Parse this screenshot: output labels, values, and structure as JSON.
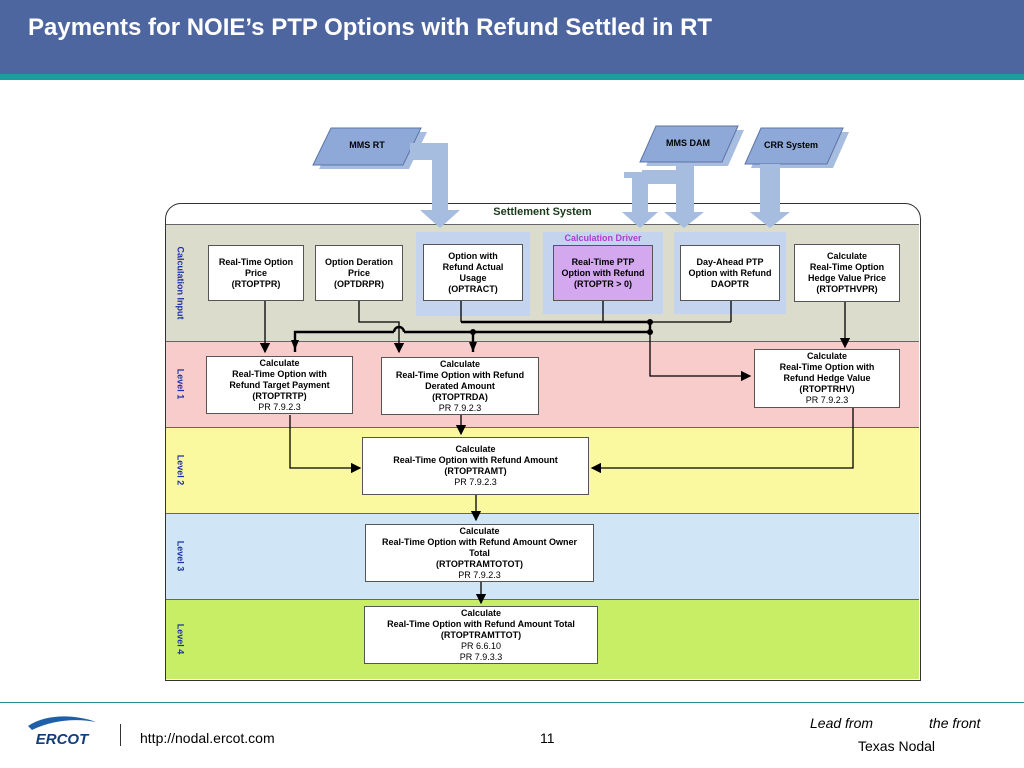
{
  "header": {
    "title": "Payments for NOIE’s PTP Options with Refund Settled in RT"
  },
  "sources": {
    "mms_rt": "MMS RT",
    "mms_dam": "MMS DAM",
    "crr": "CRR System"
  },
  "settlement": {
    "title": "Settlement System",
    "driver_label": "Calculation Driver"
  },
  "bands": {
    "input": "Calculation Input",
    "level1": "Level 1",
    "level2": "Level 2",
    "level3": "Level 3",
    "level4": "Level 4"
  },
  "inputs": {
    "rtoptpr": {
      "l1": "Real-Time Option",
      "l2": "Price",
      "l3": "(RTOPTPR)"
    },
    "optdrpr": {
      "l1": "Option Deration",
      "l2": "Price",
      "l3": "(OPTDRPR)"
    },
    "optract": {
      "l1": "Option with",
      "l2": "Refund Actual",
      "l3": "Usage",
      "l4": "(OPTRACT)"
    },
    "rtoptr": {
      "l1": "Real-Time PTP",
      "l2": "Option with Refund",
      "l3": "(RTOPTR > 0)"
    },
    "daoptr": {
      "l1": "Day-Ahead PTP",
      "l2": "Option with Refund",
      "l3": "DAOPTR"
    },
    "rtoptrhvpr": {
      "l1": "Calculate",
      "l2": "Real-Time Option",
      "l3": "Hedge Value Price",
      "l4": "(RTOPTHVPR)"
    }
  },
  "level1": {
    "rtoptrtp": {
      "l1": "Calculate",
      "l2": "Real-Time Option with",
      "l3": "Refund Target Payment",
      "l4": "(RTOPTRTP)",
      "l5": "PR 7.9.2.3"
    },
    "rtoptrda": {
      "l1": "Calculate",
      "l2": "Real-Time Option with Refund",
      "l3": "Derated Amount",
      "l4": "(RTOPTRDA)",
      "l5": "PR 7.9.2.3"
    },
    "rtoptrhv": {
      "l1": "Calculate",
      "l2": "Real-Time Option with",
      "l3": "Refund Hedge Value",
      "l4": "(RTOPTRHV)",
      "l5": "PR 7.9.2.3"
    }
  },
  "level2": {
    "rtoptramt": {
      "l1": "Calculate",
      "l2": "Real-Time Option with Refund Amount",
      "l3": "(RTOPTRAMT)",
      "l4": "PR 7.9.2.3"
    }
  },
  "level3": {
    "rtoptramtotot": {
      "l1": "Calculate",
      "l2": "Real-Time Option with Refund Amount Owner",
      "l3": "Total",
      "l4": "(RTOPTRAMTOTOT)",
      "l5": "PR 7.9.2.3"
    }
  },
  "level4": {
    "rtoptramttot": {
      "l1": "Calculate",
      "l2": "Real-Time Option with Refund Amount Total",
      "l3": "(RTOPTRAMTTOT)",
      "l4": "PR 6.6.10",
      "l5": "PR 7.9.3.3"
    }
  },
  "footer": {
    "logo": "ERCOT",
    "url": "http://nodal.ercot.com",
    "page": "11",
    "lead_from": "Lead from",
    "the_front": "the front",
    "texas_nodal": "Texas Nodal"
  },
  "colors": {
    "header": "#4e66a0",
    "teal": "#1f9c9c",
    "input_band": "#dcdccc",
    "level1": "#f9cccc",
    "level2": "#fbf9a0",
    "level3": "#d0e6f7",
    "level4": "#c8ee65",
    "driver": "#d3a8ee",
    "label_blue": "#1b2fa8"
  }
}
